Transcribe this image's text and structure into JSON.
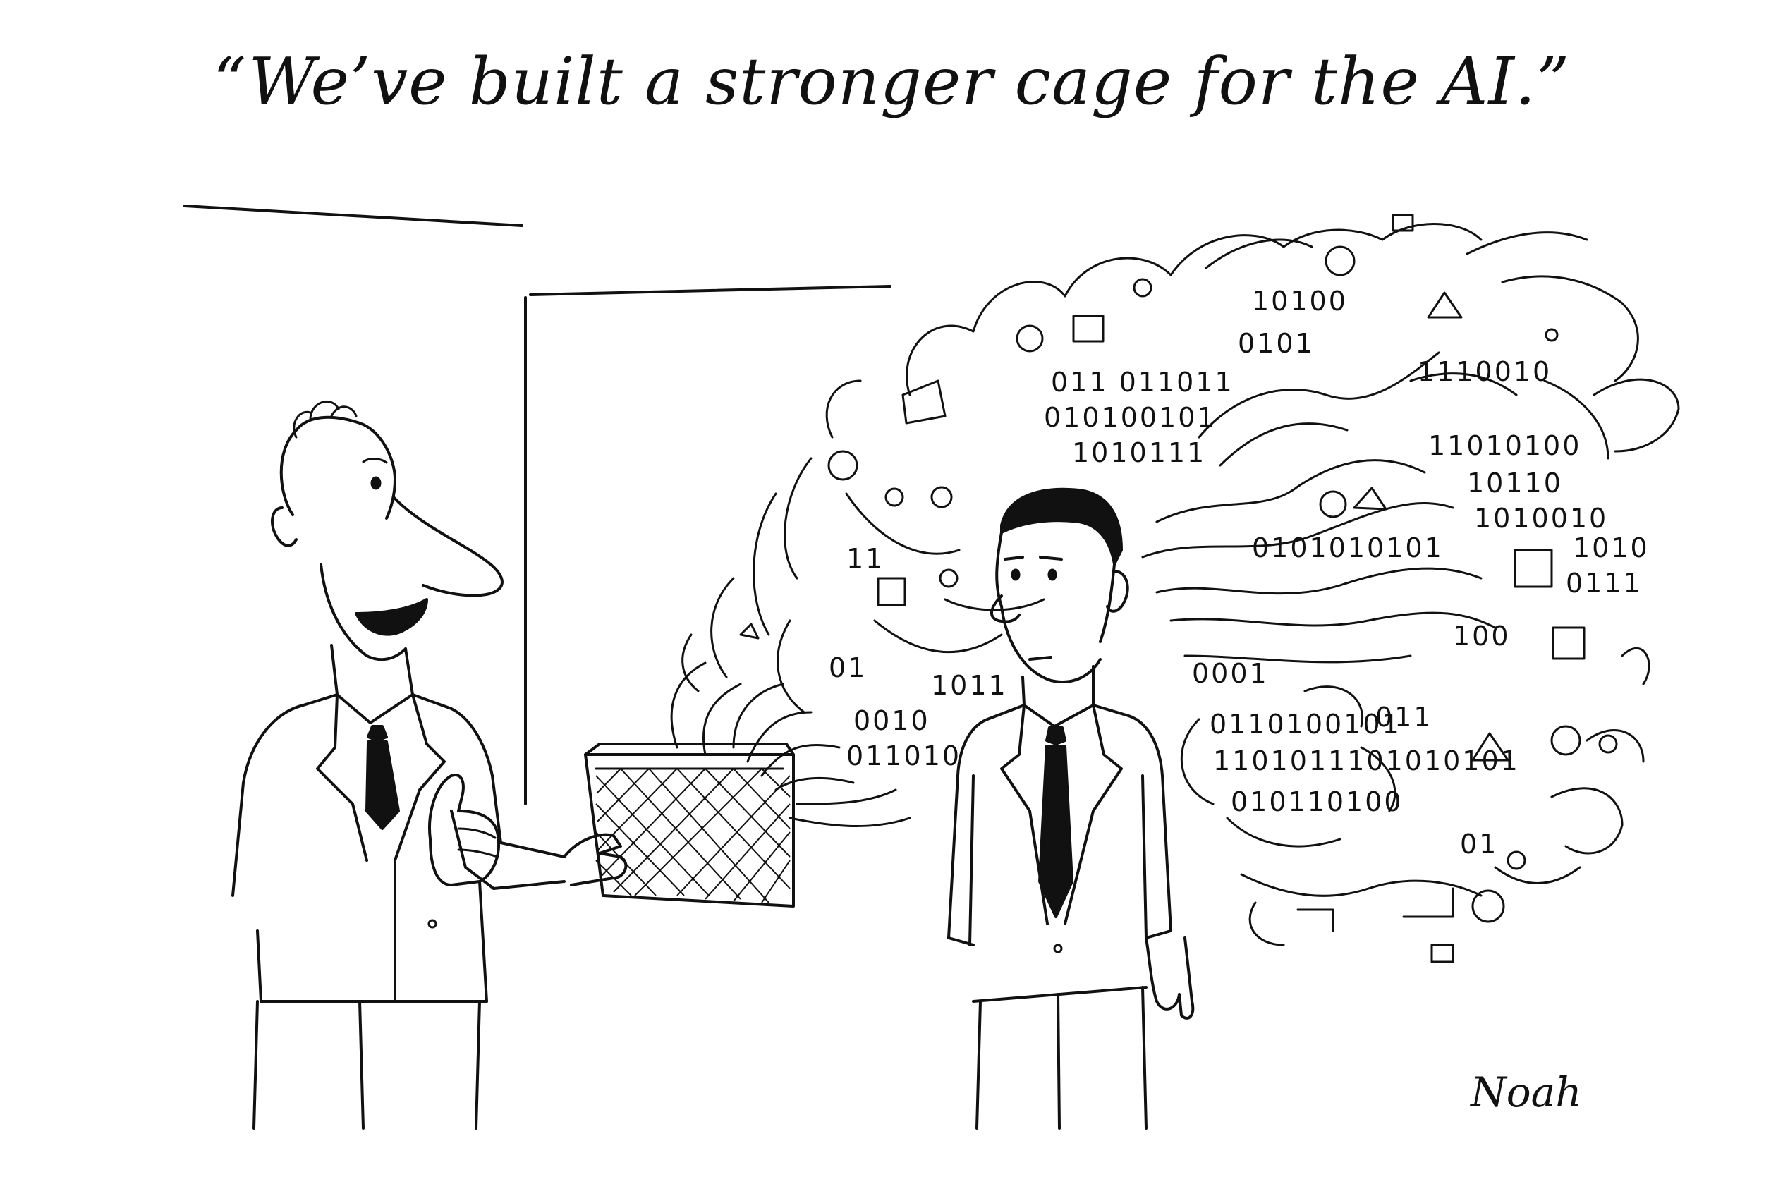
{
  "cartoon": {
    "caption": "“We’ve built a stronger cage for the AI.”",
    "signature": "Noah",
    "binary_strings": [
      "10100",
      "0101",
      "011 011011",
      "1110010",
      "010100101",
      "1010111",
      "11010100",
      "10110",
      "1010010",
      "0101010101",
      "1010",
      "0111",
      "100",
      "0001",
      "1011",
      "0010",
      "011010",
      "0110100101",
      "011",
      "1101011101010101",
      "010110100",
      "01",
      "11",
      "01"
    ]
  }
}
